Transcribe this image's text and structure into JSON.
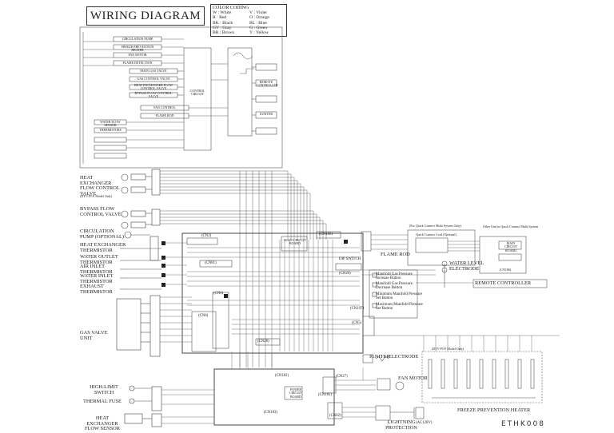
{
  "title": "WIRING DIAGRAM",
  "color_coding": {
    "heading": "COLOR CODING",
    "entries": [
      "W : White",
      "V : Violet",
      "R : Red",
      "O : Orange",
      "BK : Black",
      "BL : Blue",
      "GY : Gray",
      "G : Green",
      "BR : Brown",
      "Y : Yellow"
    ]
  },
  "left_labels": {
    "heat_exchanger_flow_valve": "HEAT EXCHANGER FLOW CONTROL VALVE",
    "hx_model_only": "(DTV-PT-F Model Only)",
    "bypass_valve": "BYPASS FLOW CONTROL VALVE",
    "circulation_pump": "CIRCULATION PUMP (OPTIONAL)",
    "hx_thermistor": "HEAT EXCHANGER THERMISTOR",
    "water_outlet": "WATER OUTLET THERMISTOR",
    "air_inlet": "AIR INLET THERMISTOR",
    "water_inlet": "WATER INLET THERMISTOR",
    "exhaust": "EXHAUST THERMISTOR",
    "gas_valve": "GAS VALVE UNIT",
    "high_limit": "HIGH-LIMIT SWITCH",
    "thermal_fuse": "THERMAL FUSE",
    "flow_sensor": "HEAT EXCHANGER FLOW SENSOR"
  },
  "connectors": {
    "cn2": "(CN2)",
    "cn81": "(CN81)",
    "cn6": "(CN6)",
    "cn8": "(CN8)",
    "cn186": "(CN186)",
    "dip": "DIP SWITCH",
    "cn26": "(CN26)",
    "cn28": "(CN28)",
    "cn197": "(CN197)",
    "cn5": "(CN5)",
    "cn182": "(CN182)",
    "cn27": "(CN27)",
    "cn185": "(CN185)",
    "cn183": "(CN183)",
    "cn82": "(CN82)"
  },
  "right_labels": {
    "flame_rod": "FLAME ROD",
    "quick_connect_only": "(For Quick Connect Multi System Only)",
    "quick_connect_cord": "Quick Connect Cord (Optional)",
    "other_unit": "Other Unit in Quick Connect Multi System",
    "main_circuit": "MAIN CIRCUIT BOARD",
    "cn186_right": "(CN186)",
    "water_level": "WATER LEVEL ELECTRODE",
    "remote_controller": "REMOTE CONTROLLER",
    "manifold_increase": "Manifold Gas Pressure Increase Button",
    "manifold_decrease": "Manifold Gas Pressure Decrease Button",
    "minimum_manifold": "Minimum Manifold Pressure Set Button",
    "maximum_manifold": "Maximum Manifold Pressure Set Button",
    "igniter": "IGNITER",
    "electrode": "ELECTRODE",
    "fan_motor": "FAN MOTOR",
    "freeze_heater": "FREEZE PREVENTION HEATER",
    "lightning": "LIGHTNING PROTECTION",
    "ac120": "(AC120V)",
    "power_circuit": "POWER CIRCUIT BOARD",
    "main_circuit_center": "MAIN CIRCUIT BOARD"
  },
  "schematic_top": {
    "boxes": [
      "CIRCULATION PUMP",
      "FREEZE PREVENTION HEATER",
      "FAN MOTOR",
      "FLAME DETECTION",
      "MAIN GAS VALVE",
      "GAS CONTROL VALVE",
      "HEAT EXCHANGER FLOW CONTROL VALVE",
      "BYPASS FLOW CONTROL VALVE",
      "FAN CONTROL",
      "FLAME ROD",
      "CONTROL CIRCUIT",
      "WATER FLOW SENSOR",
      "THERMISTORS",
      "REMOTE CONTROLLER",
      "IGNITER"
    ]
  },
  "model_note": "(DTV-PT-F Model Only)",
  "doc_code": "ETHK008"
}
